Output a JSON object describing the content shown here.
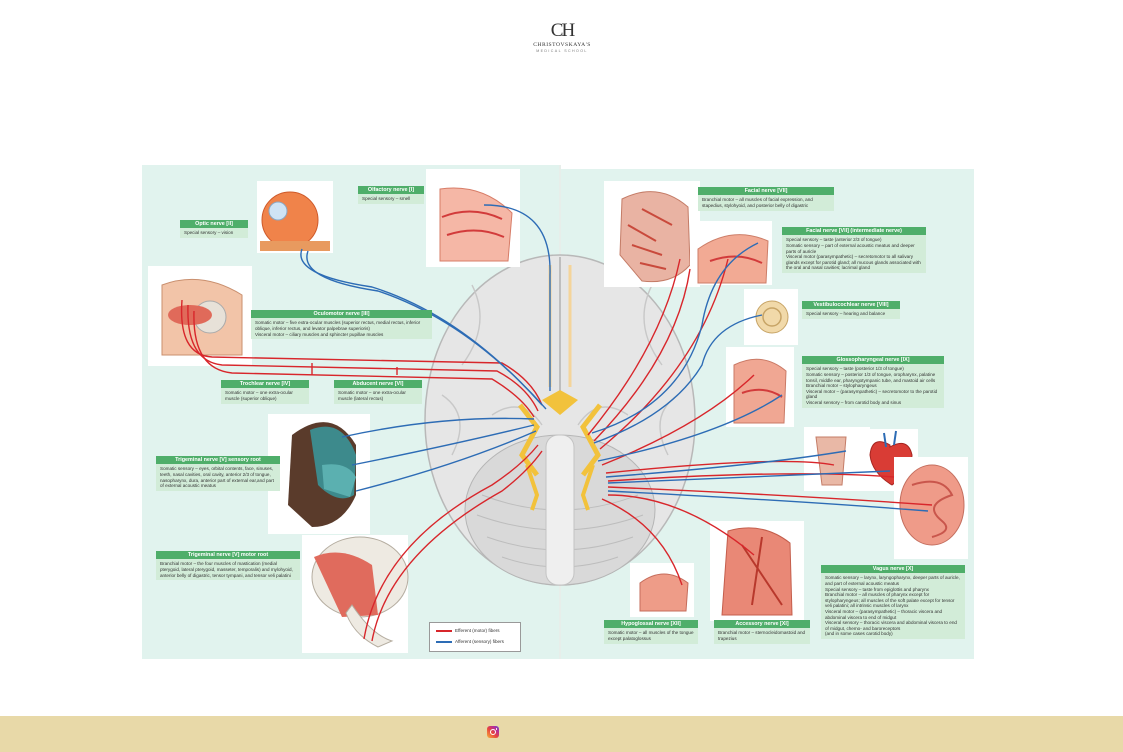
{
  "brand": {
    "monogram": "CH",
    "name": "CHRISTOVSKAYA'S",
    "subtitle": "MEDICAL SCHOOL"
  },
  "nerves": {
    "olfactory": {
      "title": "Olfactory nerve [I]",
      "text": "Special sensory – smell"
    },
    "optic": {
      "title": "Optic nerve [II]",
      "text": "Special sensory – vision"
    },
    "oculomotor": {
      "title": "Oculomotor nerve [III]",
      "text": "Somatic motor – five extra-ocular muscles (superior rectus, medial rectus, inferior oblique, inferior rectus, and levator palpebrae superioris)\nVisceral motor – ciliary muscles and sphincter pupillae muscles"
    },
    "trochlear": {
      "title": "Trochlear nerve [IV]",
      "text": "Somatic motor – one extra-ocular muscle (superior oblique)"
    },
    "abducent": {
      "title": "Abducent nerve [VI]",
      "text": "Somatic motor – one extra-ocular muscle (lateral rectus)"
    },
    "trigeminal_sensory": {
      "title": "Trigeminal nerve [V] sensory root",
      "text": "Somatic sensory – eyes, orbital contents, face, sinuses, teeth, nasal cavities, oral cavity, anterior 2/3 of tongue, nasopharynx, dura, anterior part of external ear,and part of external acoustic meatus"
    },
    "trigeminal_motor": {
      "title": "Trigeminal nerve [V] motor root",
      "text": "Branchial motor – the four muscles of mastication (medial pterygoid, lateral pterygoid, masseter, temporalis) and mylohyoid, anterior belly of digastric, tensor tympani, and tensor veli palatini"
    },
    "facial": {
      "title": "Facial nerve [VII]",
      "text": "Branchial motor – all muscles of facial expression, and stapedius, stylohyoid, and posterior belly of digastric"
    },
    "facial_intermediate": {
      "title": "Facial nerve [VII] (intermediate nerve)",
      "text": "Special sensory – taste (anterior 2/3 of tongue)\nSomatic sensory – part of external acoustic meatus and deeper parts of auricle\nVisceral motor (parasympathetic) – secretomotor to all salivary glands except for parotid gland; all mucous glands associated with the oral and nasal cavities; lacrimal gland"
    },
    "vestibulocochlear": {
      "title": "Vestibulocochlear nerve [VIII]",
      "text": "Special sensory – hearing and balance"
    },
    "glossopharyngeal": {
      "title": "Glossopharyngeal nerve [IX]",
      "text": "Special sensory – taste (posterior 1/3 of tongue)\nSomatic sensory – posterior 1/3 of tongue, oropharynx, palatine tonsil, middle ear, pharyngotympanic tube, and mastoid air cells\nBranchial motor – stylopharyngeus\nVisceral motor – (parasympathetic) – secretomotor to the parotid gland\nVisceral sensory – from carotid body and sinus"
    },
    "vagus": {
      "title": "Vagus nerve [X]",
      "text": "Somatic sensory – larynx, laryngopharynx, deeper parts of auricle, and part of external acoustic meatus\nSpecial sensory – taste from epiglottis and pharynx\nBranchial motor – all muscles of pharynx except for stylopharyngeus; all muscles of the soft palate except for tensor veli palatini; all intrinsic muscles of larynx\nVisceral motor – (parasympathetic) – thoracic viscera and abdominal viscera to end of midgut\nVisceral sensory – thoracic viscera and abdominal viscera to end of midgut, chemo- and baroreceptors\n(and in some cases carotid body)"
    },
    "accessory": {
      "title": "Accessory nerve [XI]",
      "text": "Branchial motor – sternocleidomastoid and trapezius"
    },
    "hypoglossal": {
      "title": "Hypoglossal nerve [XII]",
      "text": "Somatic motor – all muscles of the tongue except palatoglossus"
    }
  },
  "legend": {
    "efferent": "Efferent (motor) fibers",
    "afferent": "Afferent (sensory) fibers"
  },
  "colors": {
    "panel": "#e1f3ee",
    "header": "#4fae6a",
    "box": "#d2ecd8",
    "efferent": "#d8262b",
    "afferent": "#2d6cb5",
    "nerve_yellow": "#f2c23c",
    "footer": "#e8d9a8"
  },
  "footer": {
    "icon": "instagram-icon"
  }
}
